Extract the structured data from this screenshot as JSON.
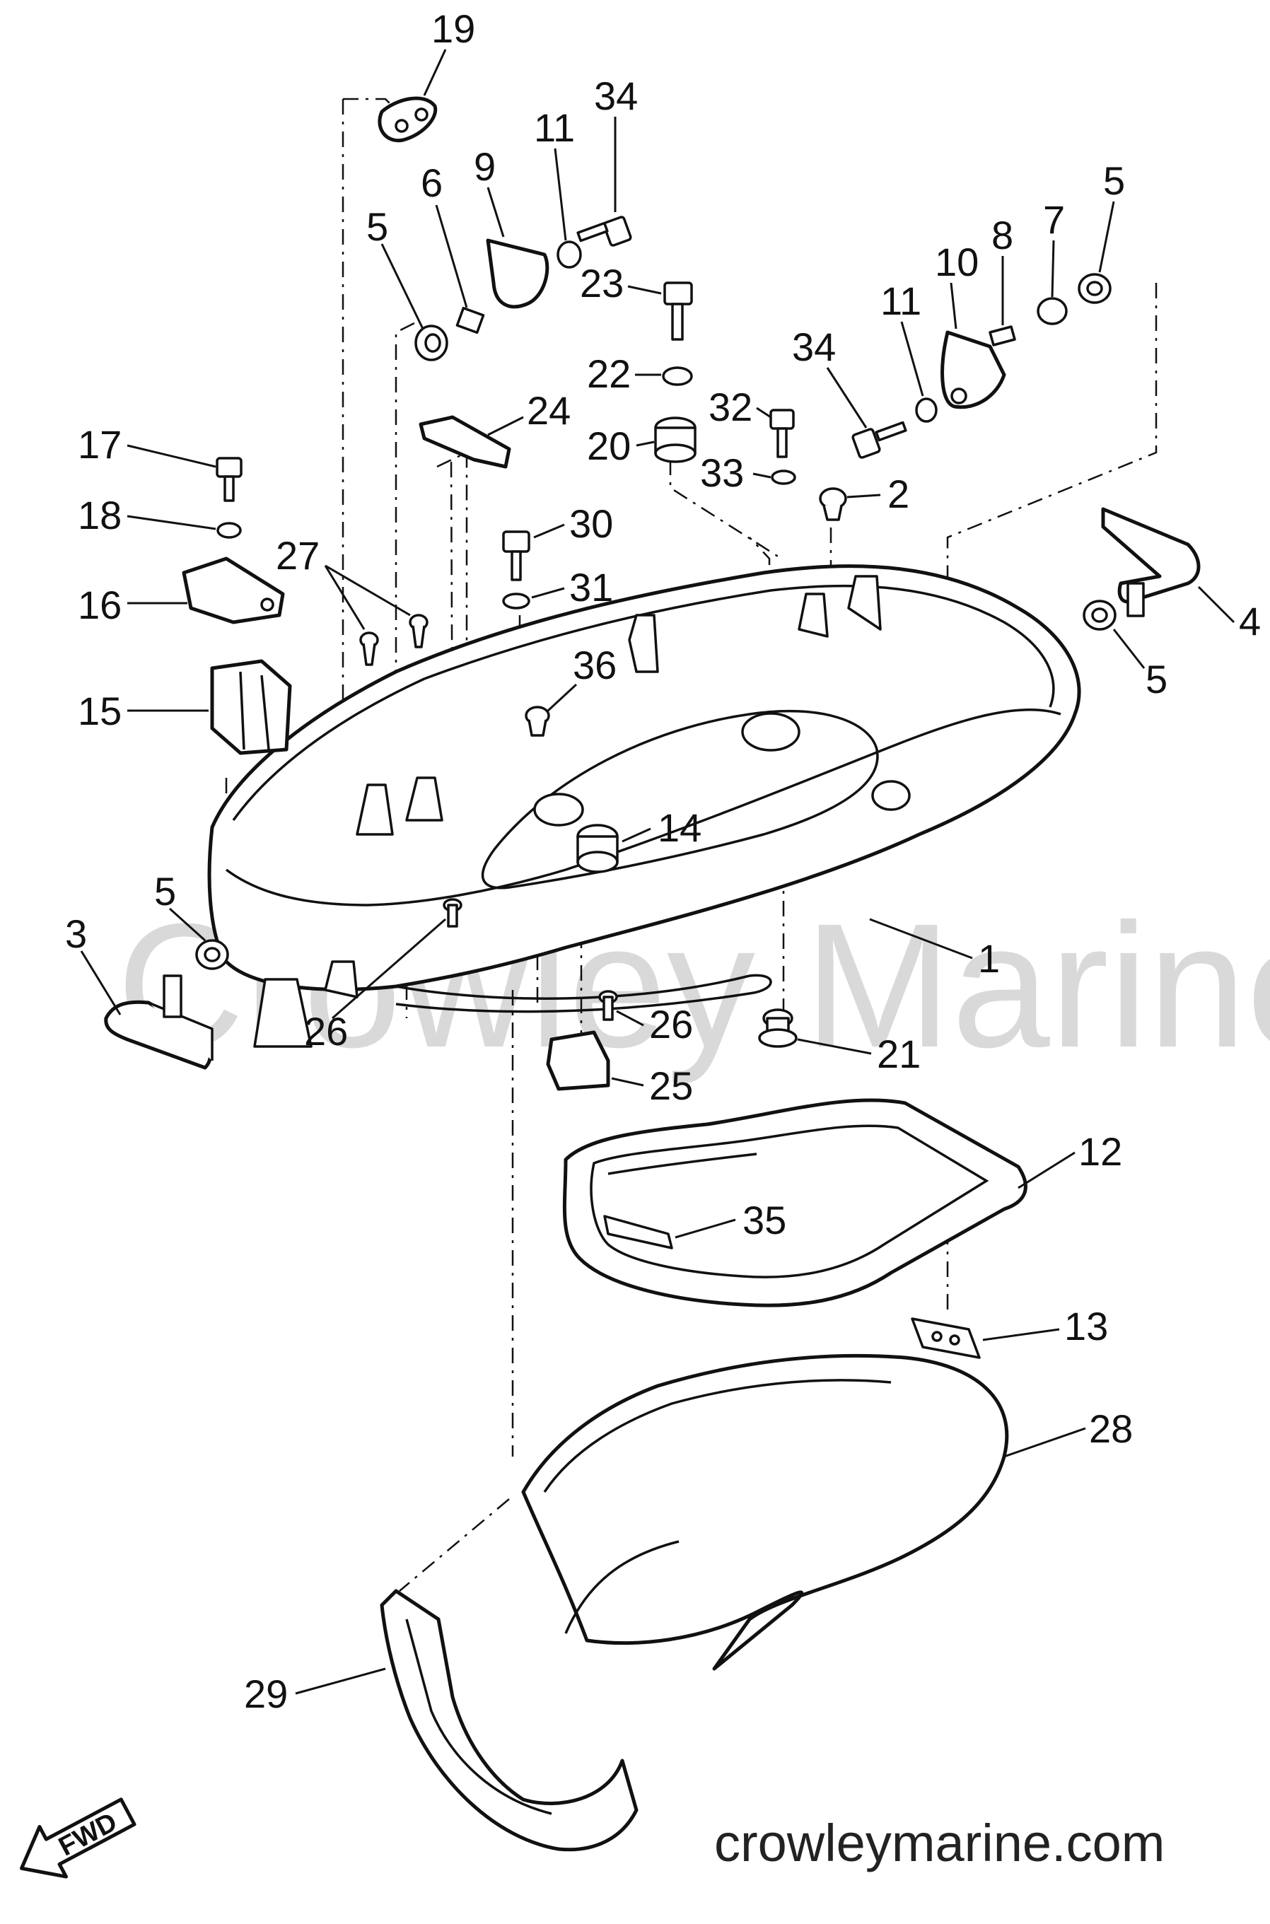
{
  "watermark": "Crowley Marine",
  "website": "crowleymarine.com",
  "fwd_label": "FWD",
  "callouts": {
    "c1": "1",
    "c2": "2",
    "c3": "3",
    "c4": "4",
    "c5a": "5",
    "c5b": "5",
    "c5c": "5",
    "c5d": "5",
    "c6": "6",
    "c7": "7",
    "c8": "8",
    "c9": "9",
    "c10": "10",
    "c11a": "11",
    "c11b": "11",
    "c12": "12",
    "c13": "13",
    "c14": "14",
    "c15": "15",
    "c16": "16",
    "c17": "17",
    "c18": "18",
    "c19": "19",
    "c20": "20",
    "c21": "21",
    "c22": "22",
    "c23": "23",
    "c24": "24",
    "c25": "25",
    "c26a": "26",
    "c26b": "26",
    "c27": "27",
    "c28": "28",
    "c29": "29",
    "c30": "30",
    "c31": "31",
    "c32": "32",
    "c33": "33",
    "c34a": "34",
    "c34b": "34",
    "c35": "35",
    "c36": "36"
  }
}
